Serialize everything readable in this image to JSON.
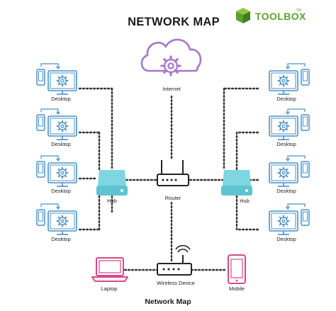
{
  "header": {
    "title": "NETWORK MAP",
    "brand": "TOOLBOX",
    "brand_tm": "TM"
  },
  "caption": "Network Map",
  "colors": {
    "computer": "#4a90c8",
    "hub": "#7ed6e0",
    "cloud": "#a678c8",
    "laptop": "#d7488c",
    "mobile": "#d7488c",
    "line": "#333333",
    "brand_green": "#5aa12a"
  },
  "nodes": {
    "internet": {
      "label": "Internet",
      "icon": "cloud-gear-icon"
    },
    "router": {
      "label": "Router",
      "icon": "router-icon"
    },
    "hub_left": {
      "label": "Hub",
      "icon": "hub-icon"
    },
    "hub_right": {
      "label": "Hub",
      "icon": "hub-icon"
    },
    "wireless": {
      "label": "Wireless Device",
      "icon": "wireless-router-icon"
    },
    "laptop": {
      "label": "Laptop",
      "icon": "laptop-icon"
    },
    "mobile": {
      "label": "Mobile",
      "icon": "mobile-icon"
    },
    "left_desktops": [
      {
        "label": "Desktop"
      },
      {
        "label": "Desktop"
      },
      {
        "label": "Desktop"
      },
      {
        "label": "Desktop"
      }
    ],
    "right_desktops": [
      {
        "label": "Desktop"
      },
      {
        "label": "Desktop"
      },
      {
        "label": "Desktop"
      },
      {
        "label": "Desktop"
      }
    ]
  }
}
